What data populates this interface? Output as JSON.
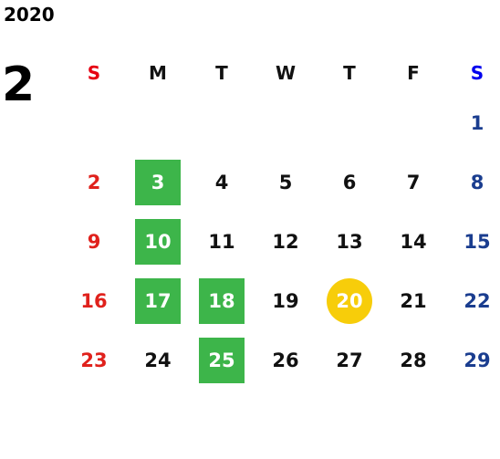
{
  "year": "2020",
  "month": "2",
  "colors": {
    "sunday": "#e0211c",
    "saturday": "#1a3d8f",
    "header_saturday": "#0000ee",
    "highlight_green": "#3db54a",
    "highlight_today": "#f7cd0a"
  },
  "weekdays": [
    "S",
    "M",
    "T",
    "W",
    "T",
    "F",
    "S"
  ],
  "weeks": [
    [
      "",
      "",
      "",
      "",
      "",
      "",
      "1"
    ],
    [
      "2",
      "3",
      "4",
      "5",
      "6",
      "7",
      "8"
    ],
    [
      "9",
      "10",
      "11",
      "12",
      "13",
      "14",
      "15"
    ],
    [
      "16",
      "17",
      "18",
      "19",
      "20",
      "21",
      "22"
    ],
    [
      "23",
      "24",
      "25",
      "26",
      "27",
      "28",
      "29"
    ]
  ],
  "highlights": {
    "green": [
      "3",
      "10",
      "17",
      "18",
      "25"
    ],
    "today": "20"
  }
}
